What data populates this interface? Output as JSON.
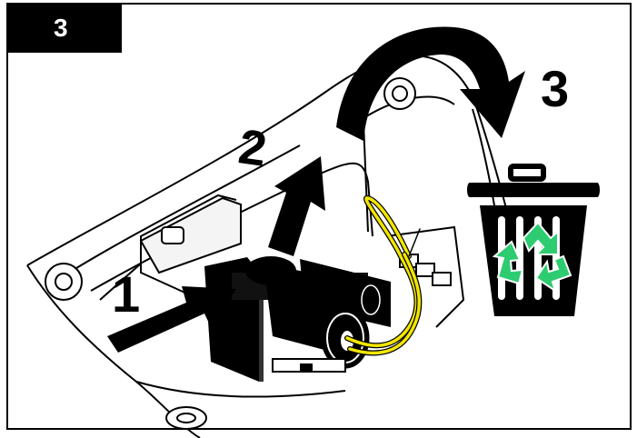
{
  "step": {
    "number": "3"
  },
  "callouts": {
    "push_in": "1",
    "lift_out": "2",
    "rotate_discard": "3"
  },
  "colors": {
    "outline": "#000000",
    "background": "#ffffff",
    "wire": "#f2e600",
    "recycle": "#2ecc71",
    "shading": "#e8e8e8"
  },
  "icons": {
    "trash": "trash-can-icon",
    "recycle": "recycle-icon"
  }
}
